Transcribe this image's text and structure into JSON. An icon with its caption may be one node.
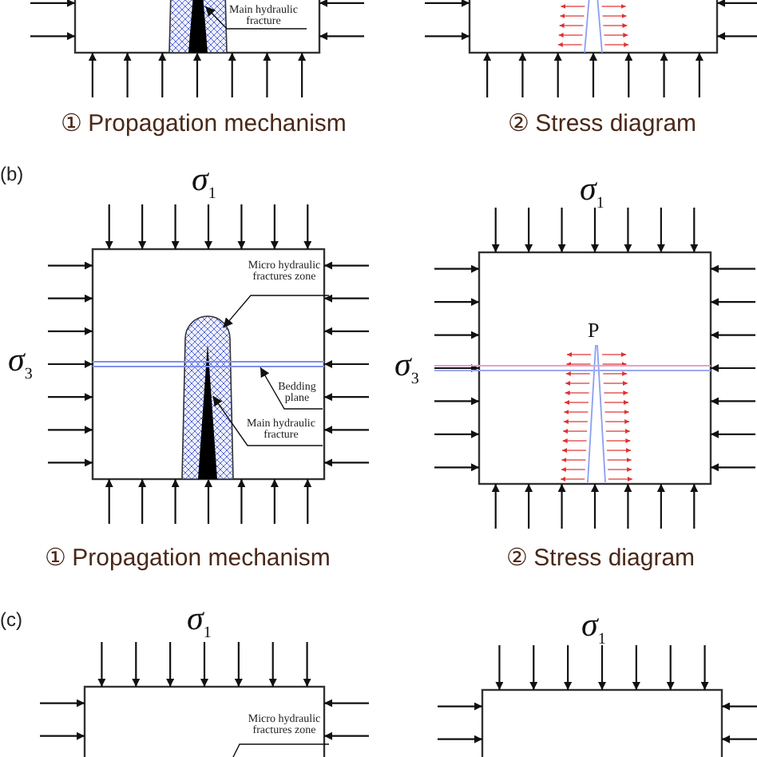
{
  "diagram": {
    "nodes": [
      {
        "text": [
          "Main hydraulic fracture"
        ]
      },
      {
        "text": [],
        "shape": "wedge"
      },
      {
        "text": [
          "Micro hydraulic fractures zone"
        ]
      },
      {
        "text": [],
        "shape": "zone"
      },
      {
        "text": [
          "Bedding plane"
        ]
      },
      {
        "text": [],
        "shape": "line"
      },
      {
        "text": [
          "Main hydraulic fracture"
        ]
      },
      {
        "text": [],
        "shape": "wedge",
        "in": 3
      },
      {
        "text": [
          "Micro hydraulic fractures zone"
        ]
      }
    ],
    "edges": [
      {
        "from": 0,
        "to": 1,
        "arrow": "to"
      },
      {
        "from": 2,
        "to": 3,
        "arrow": "to"
      },
      {
        "from": 4,
        "to": 5,
        "arrow": "to"
      },
      {
        "from": 6,
        "to": 7,
        "arrow": "to"
      },
      {
        "from": 8,
        "to": null,
        "arrow": "none"
      }
    ],
    "labels": [
      "① Propagation mechanism",
      "② Stress diagram",
      "(b)",
      "σ$_{1}$",
      "σ$_{1}$",
      "P",
      "σ$_{3}$",
      "σ$_{3}$",
      "① Propagation mechanism",
      "② Stress diagram",
      "(c)",
      "σ$_{1}$",
      "σ$_{1}$"
    ]
  }
}
